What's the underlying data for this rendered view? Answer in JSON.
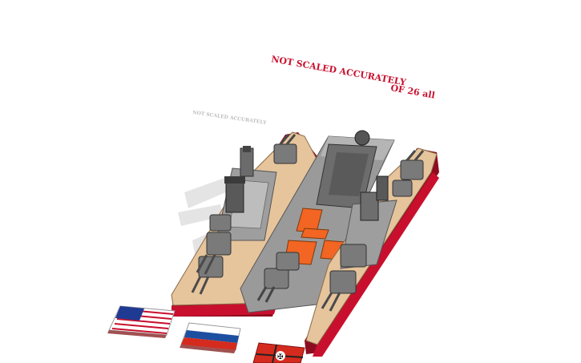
{
  "scene": {
    "title_line1": "NOT SCALED ACCURATELY",
    "title_line2": "OF 26 all",
    "faint_caption": "NOT SCALED ACCURATELY",
    "text_color": "#c8102e",
    "background": "#ffffff"
  },
  "ships": [
    {
      "name": "left-battleship",
      "hull_color": "#c8102e",
      "deck_color": "#e6c49c",
      "turret_color": "#7a7a7a"
    },
    {
      "name": "center-battlecruiser",
      "hull_color": "#9a9a9a",
      "accent_color": "#f26522"
    },
    {
      "name": "right-battleship",
      "hull_color": "#c8102e",
      "deck_color": "#e6c49c",
      "turret_color": "#7a7a7a"
    }
  ],
  "flags": [
    {
      "name": "usa-flag"
    },
    {
      "name": "russia-flag"
    },
    {
      "name": "german-ensign-flag"
    }
  ]
}
